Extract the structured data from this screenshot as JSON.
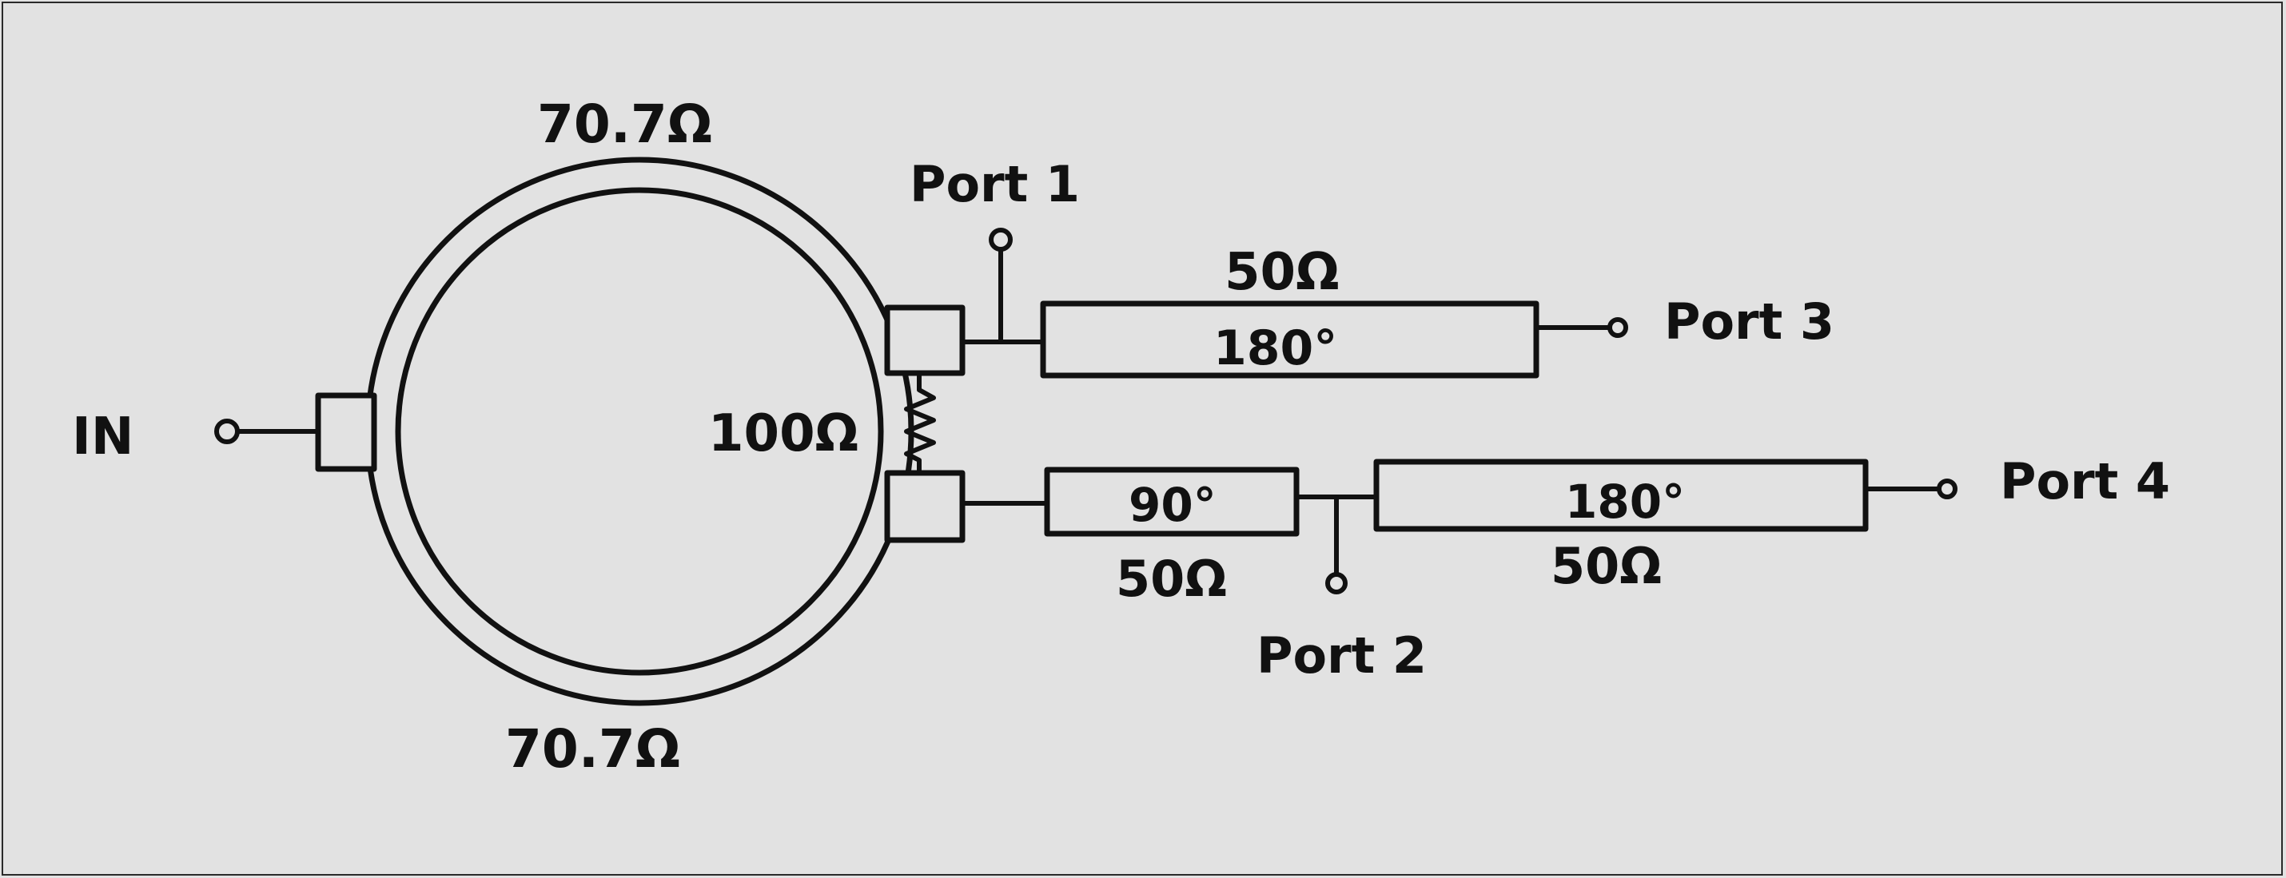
{
  "labels": {
    "input": "IN",
    "ring_top_impedance": "70.7Ω",
    "ring_bottom_impedance": "70.7Ω",
    "isolation_resistor": "100Ω",
    "port1": "Port 1",
    "port2": "Port 2",
    "port3": "Port 3",
    "port4": "Port 4",
    "line_upper_impedance": "50Ω",
    "line_upper_phase": "180°",
    "line_lower_short_phase": "90°",
    "line_lower_short_impedance": "50Ω",
    "line_lower_long_phase": "180°",
    "line_lower_long_impedance": "50Ω"
  },
  "colors": {
    "background": "#e2e2e2",
    "ink": "#111111"
  }
}
